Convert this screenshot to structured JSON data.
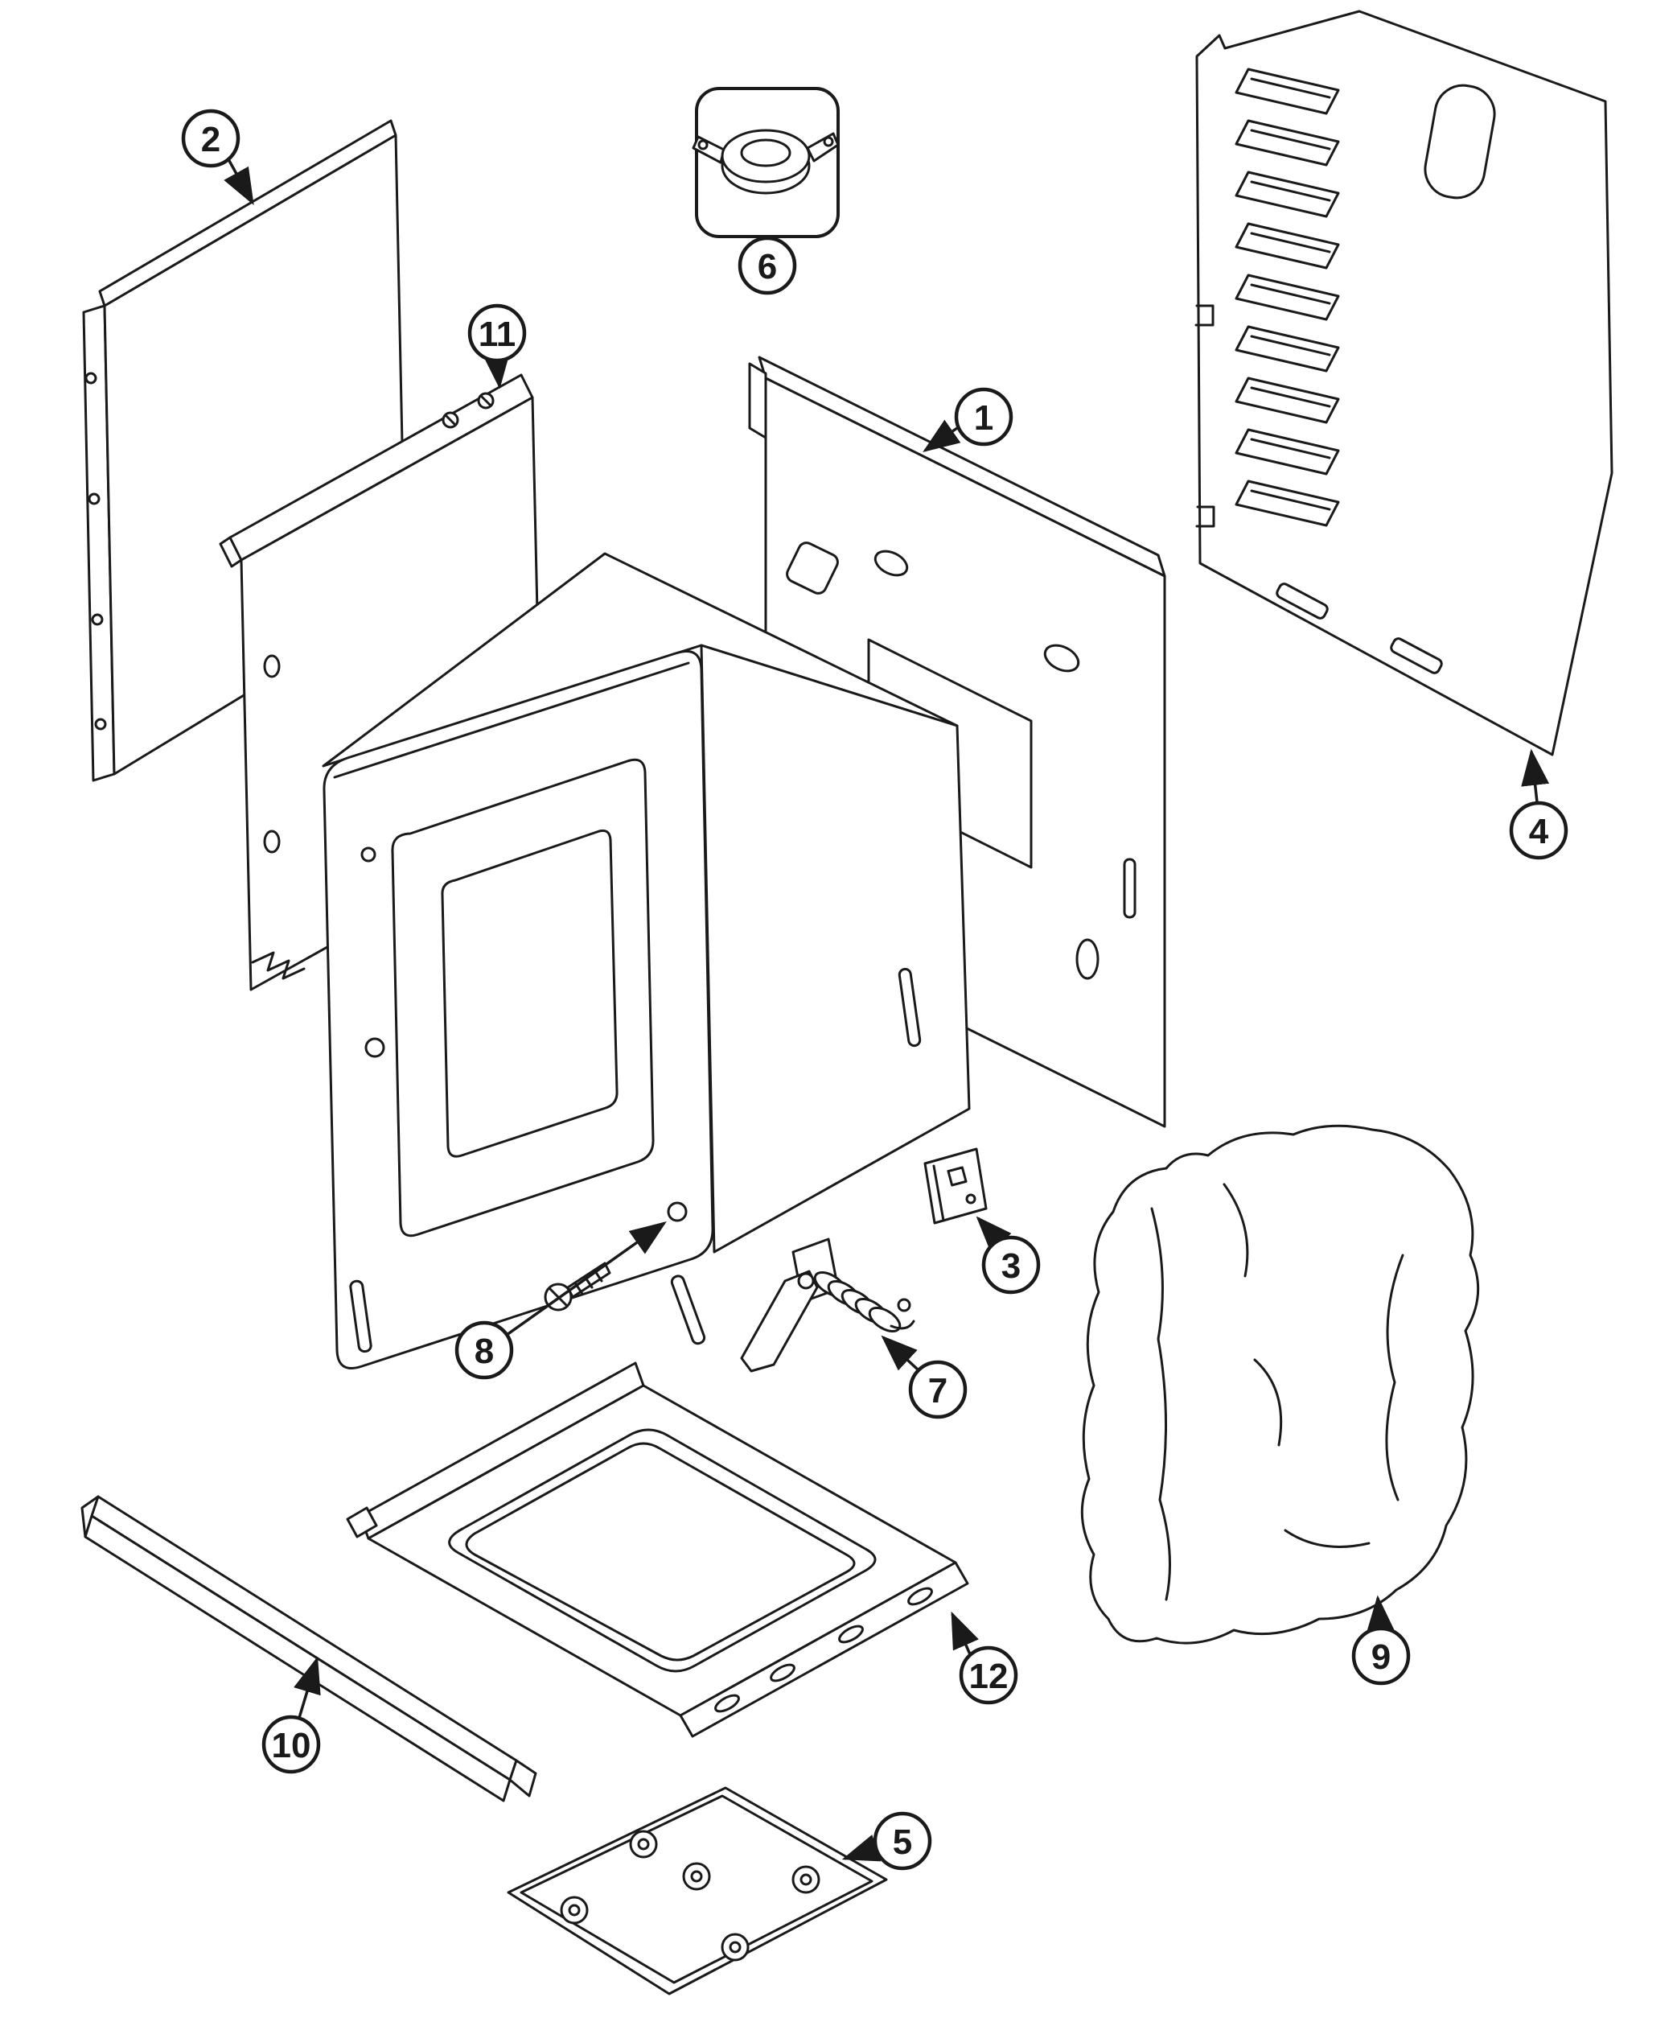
{
  "diagram": {
    "background_color": "#ffffff",
    "ink_color": "#1a1a1a",
    "callouts": [
      {
        "label": "1"
      },
      {
        "label": "2"
      },
      {
        "label": "3"
      },
      {
        "label": "4"
      },
      {
        "label": "5"
      },
      {
        "label": "6"
      },
      {
        "label": "7"
      },
      {
        "label": "8"
      },
      {
        "label": "9"
      },
      {
        "label": "10"
      },
      {
        "label": "11"
      },
      {
        "label": "12"
      }
    ]
  }
}
